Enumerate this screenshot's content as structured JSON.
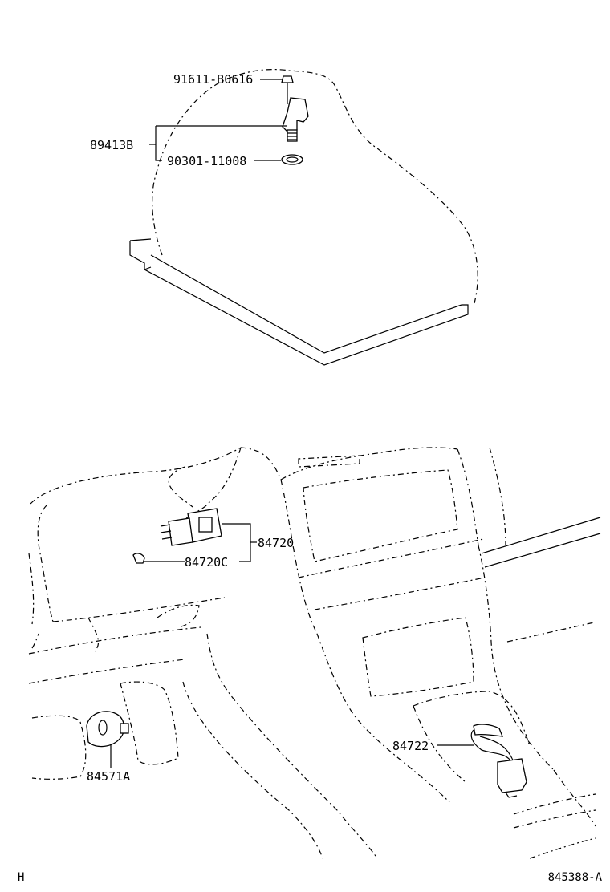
{
  "top_view": {
    "parts": {
      "bolt": "91611-B0616",
      "sensor": "89413B",
      "gasket": "90301-11008"
    }
  },
  "bottom_view": {
    "parts": {
      "switch": "84720",
      "clip": "84720C",
      "shift_switch": "84722",
      "knee_switch": "84571A"
    }
  },
  "footer": {
    "left_code": "H",
    "drawing_number": "845388-A"
  }
}
